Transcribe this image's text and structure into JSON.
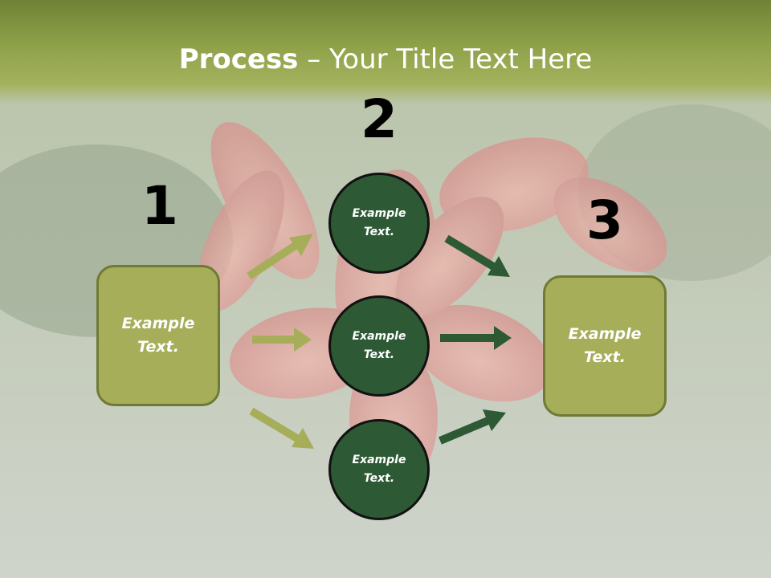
{
  "title": {
    "bold": "Process",
    "rest": " – Your Title Text Here"
  },
  "steps": {
    "one": {
      "number": "1",
      "text": "Example\nText."
    },
    "two": {
      "number": "2"
    },
    "three": {
      "number": "3",
      "text": "Example\nText."
    }
  },
  "circles": [
    {
      "text": "Example\nText."
    },
    {
      "text": "Example\nText."
    },
    {
      "text": "Example\nText."
    }
  ],
  "colors": {
    "title_bar": "#8fa24a",
    "box_fill": "#a6ae5a",
    "circle_fill": "#2d5a35",
    "arrow_light": "#a6ae5a",
    "arrow_dark": "#2d5a35"
  }
}
